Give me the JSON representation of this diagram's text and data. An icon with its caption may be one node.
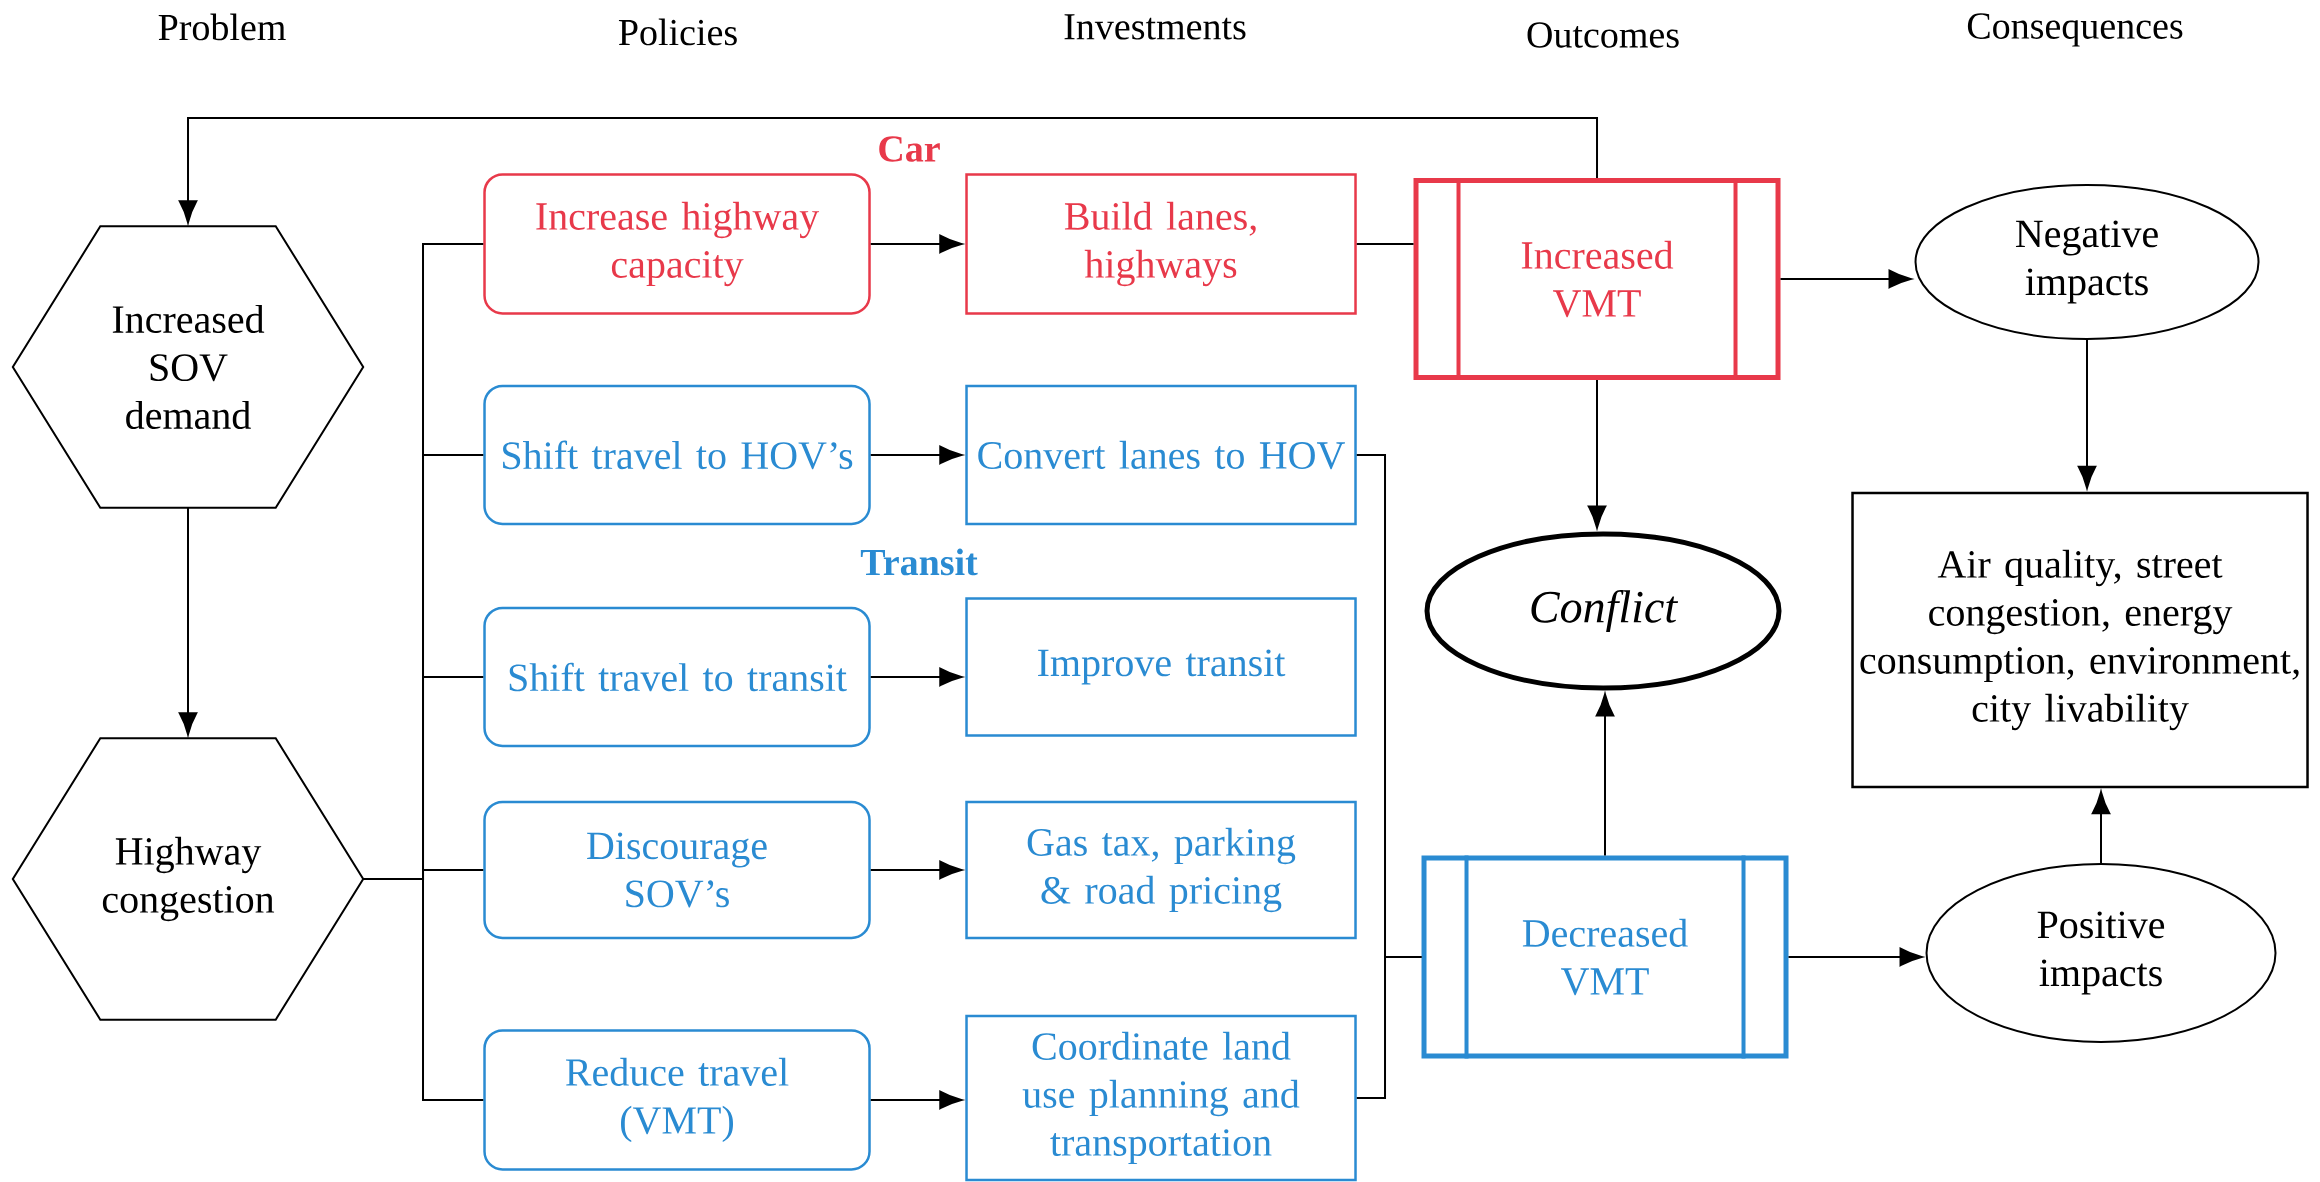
{
  "diagram": {
    "nodes": [
      {
        "text": [
          "Increased SOV demand"
        ]
      },
      {
        "text": [
          "Highway congestion"
        ]
      },
      {
        "text": [
          "Increase highway capacity"
        ]
      },
      {
        "text": [
          "Shift travel to HOV’s"
        ]
      },
      {
        "text": [
          "Shift travel to transit"
        ]
      },
      {
        "text": [
          "Discourage SOV’s"
        ]
      },
      {
        "text": [
          "Reduce travel (VMT)"
        ]
      },
      {
        "text": [
          "Build lanes, highways"
        ]
      },
      {
        "text": [
          "Convert lanes to HOV"
        ]
      },
      {
        "text": [
          "Improve transit"
        ]
      },
      {
        "text": [
          "Gas tax, parking & road pricing"
        ]
      },
      {
        "text": [
          "Coordinate land use planning and transportation"
        ]
      },
      {
        "text": [
          "Increased VMT"
        ]
      },
      {
        "text": [
          "Conflict"
        ]
      },
      {
        "text": [
          "Decreased VMT"
        ]
      },
      {
        "text": [
          "Negative impacts"
        ]
      },
      {
        "text": [
          "Air quality, street congestion, energy consumption, environment, city livability"
        ]
      },
      {
        "text": [
          "Positive impacts"
        ]
      }
    ],
    "edges": [
      {
        "from": 12,
        "to": 0,
        "arrow": "to"
      },
      {
        "from": 0,
        "to": 1,
        "arrow": "to"
      },
      {
        "from": 1,
        "to": 2,
        "arrow": "none"
      },
      {
        "from": 1,
        "to": 3,
        "arrow": "none"
      },
      {
        "from": 1,
        "to": 4,
        "arrow": "none"
      },
      {
        "from": 1,
        "to": 5,
        "arrow": "none"
      },
      {
        "from": 1,
        "to": 6,
        "arrow": "none"
      },
      {
        "from": 2,
        "to": 7,
        "arrow": "to"
      },
      {
        "from": 3,
        "to": 8,
        "arrow": "to"
      },
      {
        "from": 4,
        "to": 9,
        "arrow": "to"
      },
      {
        "from": 5,
        "to": 10,
        "arrow": "to"
      },
      {
        "from": 6,
        "to": 11,
        "arrow": "to"
      },
      {
        "from": 7,
        "to": 12,
        "arrow": "none"
      },
      {
        "from": 8,
        "to": 14,
        "arrow": "none"
      },
      {
        "from": 11,
        "to": 14,
        "arrow": "none"
      },
      {
        "from": 12,
        "to": 13,
        "arrow": "to"
      },
      {
        "from": 14,
        "to": 13,
        "arrow": "to"
      },
      {
        "from": 12,
        "to": 15,
        "arrow": "to"
      },
      {
        "from": 15,
        "to": 16,
        "arrow": "to"
      },
      {
        "from": 14,
        "to": 17,
        "arrow": "to"
      },
      {
        "from": 17,
        "to": 16,
        "arrow": "to"
      }
    ],
    "labels": [
      "Problem",
      "Policies",
      "Investments",
      "Outcomes",
      "Consequences",
      "Car",
      "Transit"
    ]
  }
}
